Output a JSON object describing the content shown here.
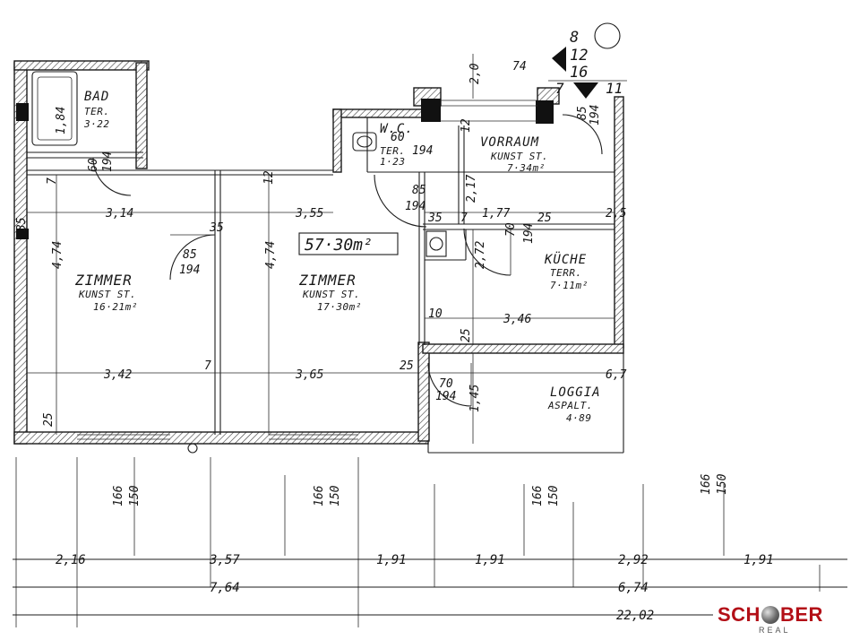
{
  "plan": {
    "total_area": "57·30m²",
    "stair": {
      "top": "8",
      "mid": "12",
      "bottom": "16",
      "left": "7",
      "right": "11"
    },
    "rooms": {
      "bad": {
        "name": "BAD",
        "floor": "TER.",
        "area": "3·22"
      },
      "wc": {
        "name": "W.C.",
        "floor": "TER.",
        "area": "1·23"
      },
      "vorraum": {
        "name": "VORRAUM",
        "floor": "KUNST ST.",
        "area": "7·34m²"
      },
      "zimmer1": {
        "name": "ZIMMER",
        "floor": "KUNST ST.",
        "area": "16·21m²"
      },
      "zimmer2": {
        "name": "ZIMMER",
        "floor": "KUNST ST.",
        "area": "17·30m²"
      },
      "kueche": {
        "name": "KÜCHE",
        "floor": "TERR.",
        "area": "7·11m²"
      },
      "loggia": {
        "name": "LOGGIA",
        "floor": "ASPALT.",
        "area": "4·89"
      }
    },
    "dims": {
      "d_2_0": "2,0",
      "d_74": "74",
      "d_184": "1,84",
      "d_60a": "60",
      "d_194a": "194",
      "d_60b": "60",
      "d_194b": "194",
      "d_12a": "12",
      "d_85a": "85",
      "d_194c": "194",
      "d_7a": "7",
      "d_35a": "35",
      "d_314": "3,14",
      "d_35b": "35",
      "d_355": "3,55",
      "d_12b": "12",
      "d_85b": "85",
      "d_194d": "194",
      "d_35c": "35",
      "d_7b": "7",
      "d_177": "1,77",
      "d_70a": "70",
      "d_194e": "194",
      "d_25a": "25",
      "d_2_5": "2,5",
      "d_474a": "4,74",
      "d_85c": "85",
      "d_194f": "194",
      "d_474b": "4,74",
      "d_272": "2,72",
      "d_217": "2,17",
      "d_10": "10",
      "d_346": "3,46",
      "d_25b": "25",
      "d_342": "3,42",
      "d_7c": "7",
      "d_365": "3,65",
      "d_25c": "25",
      "d_6_7": "6,7",
      "d_70b": "70",
      "d_194g": "194",
      "d_145": "1,45",
      "d_25d": "25"
    },
    "facade": {
      "heights": [
        {
          "a": "166",
          "b": "150"
        },
        {
          "a": "166",
          "b": "150"
        },
        {
          "a": "166",
          "b": "150"
        },
        {
          "a": "166",
          "b": "150"
        }
      ],
      "row1": [
        "2,16",
        "3,57",
        "1,91",
        "1,91",
        "2,92",
        "1,91"
      ],
      "row2": [
        "7,64",
        "6,74"
      ],
      "row3": [
        "22,02"
      ]
    }
  },
  "logo": {
    "left": "SCH",
    "right": "BER",
    "sub": "REAL"
  }
}
